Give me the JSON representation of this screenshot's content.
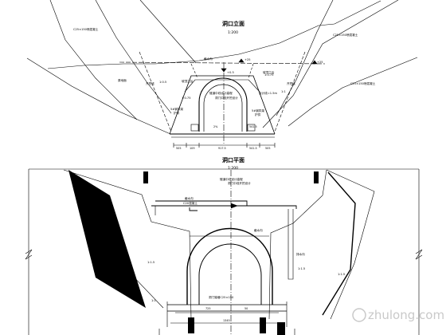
{
  "elevation": {
    "title": "洞口立面",
    "scale": "1:200",
    "labels": {
      "slope_left_top": "C25×150喷混凝土",
      "slope_right_top": "C25×150喷混凝土",
      "intercept_ditch": "截水沟",
      "level_left": "+25",
      "level_right": "+25",
      "level_mid": "+0.5",
      "grade_a": "1:0.5",
      "grade_b": "1:0.75",
      "grade_c": "1:1",
      "grade_d": "1:0.75",
      "slope_left_1": "原地面",
      "slope_left_2": "开挖线",
      "slope_left_3": "坡顶之后",
      "slope_right_1": "坡顶之后",
      "slope_right_2": "开挖线",
      "slope_right_3": "C25×150喷混凝土",
      "center_left": "隧道中线设计高程",
      "center_right": "洞门中线开挖设计",
      "portal_left": "5#钢拱架",
      "portal_left2": "护拱",
      "portal_right": "5#钢拱架",
      "portal_right2": "护拱",
      "right_note": "设计线=1.5m",
      "dim_left_1": "505",
      "dim_left_2": "109",
      "dim_mid": "917.5",
      "dim_right_1": "541.5",
      "dim_right_2": "505",
      "elev_left": "2%",
      "elev_right": "541.5"
    }
  },
  "plan": {
    "title": "洞口平面",
    "scale": "1:200",
    "labels": {
      "ditch_1": "截水沟",
      "ditch_2": "C20混凝土",
      "center_1": "隧道中线设计高程",
      "center_2": "洞门中线开挖设计",
      "ditch_right": "截水沟",
      "side_ditch": "排水沟",
      "grade_left": "1:1.5",
      "grade_right": "1:1.5",
      "grade_far_right": "1:1.5",
      "grade_bottom": "1:1",
      "bottom_note": "洞门端墙C25×150",
      "dim_1": "725",
      "dim_2": "50",
      "dim_3": "1345"
    }
  },
  "watermark": "zhulong.com"
}
